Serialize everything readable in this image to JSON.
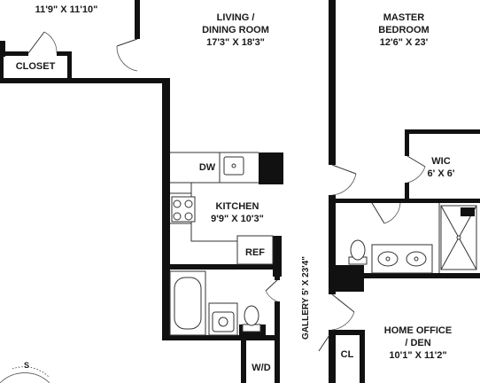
{
  "rooms": {
    "top_left": {
      "dims": "11'9\" X 11'10\""
    },
    "closet": {
      "name": "CLOSET"
    },
    "living": {
      "name_line1": "LIVING /",
      "name_line2": "DINING ROOM",
      "dims": "17'3\" X 18'3\""
    },
    "master": {
      "name_line1": "MASTER",
      "name_line2": "BEDROOM",
      "dims": "12'6\" X 23'"
    },
    "wic": {
      "name": "WIC",
      "dims": "6' X 6'"
    },
    "kitchen": {
      "name": "KITCHEN",
      "dims": "9'9\" X 10'3\""
    },
    "dishwasher": {
      "name": "DW"
    },
    "refrigerator": {
      "name": "REF"
    },
    "gallery": {
      "label": "GALLERY 5' X 23'4\""
    },
    "home_office": {
      "name_line1": "HOME OFFICE",
      "name_line2": "/ DEN",
      "dims": "10'1\" X 11'2\""
    },
    "washer_dryer": {
      "name": "W/D"
    },
    "cl": {
      "name": "CL"
    }
  },
  "compass": {
    "letter": "S"
  }
}
